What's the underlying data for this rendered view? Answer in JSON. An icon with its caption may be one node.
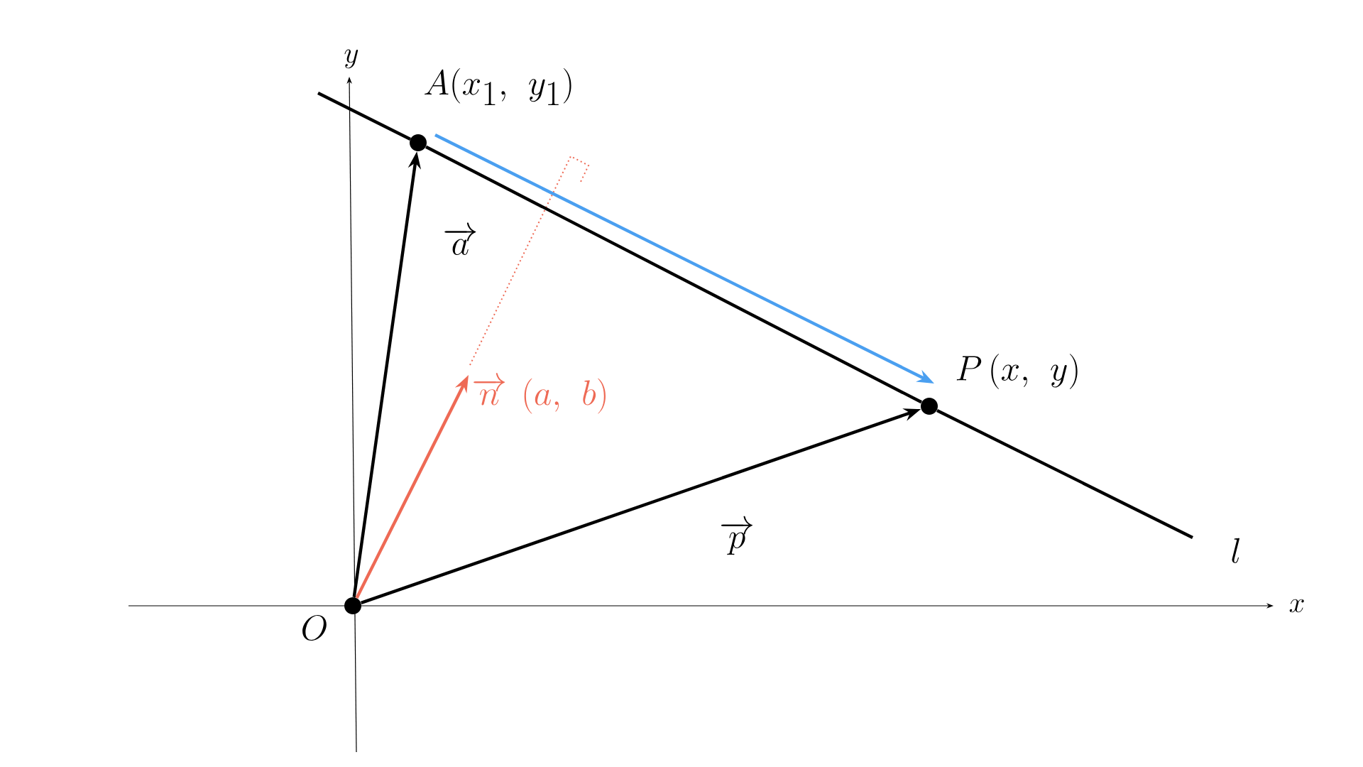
{
  "diagram": {
    "nodes": [
      {
        "text": [
          "O"
        ]
      },
      {
        "text": [
          "A(x_1,\\ y_1)"
        ]
      },
      {
        "text": [
          "P\\,(x,\\ y)"
        ]
      },
      {
        "text": [
          "\\overrightarrow{n}\\ (a,\\ b)"
        ]
      }
    ],
    "edges": [
      {
        "from": 0,
        "to": 1,
        "arrow": "to",
        "label": "\\overrightarrow{a}"
      },
      {
        "from": 0,
        "to": 2,
        "arrow": "to",
        "label": "\\overrightarrow{p}"
      },
      {
        "from": 0,
        "to": 3,
        "arrow": "to",
        "color": "#ee6a55"
      },
      {
        "from": 1,
        "to": 2,
        "arrow": "none"
      },
      {
        "from": 1,
        "to": 2,
        "arrow": "to",
        "color": "#4a9ff0"
      }
    ],
    "labels": [
      "l",
      "x",
      "y"
    ]
  }
}
